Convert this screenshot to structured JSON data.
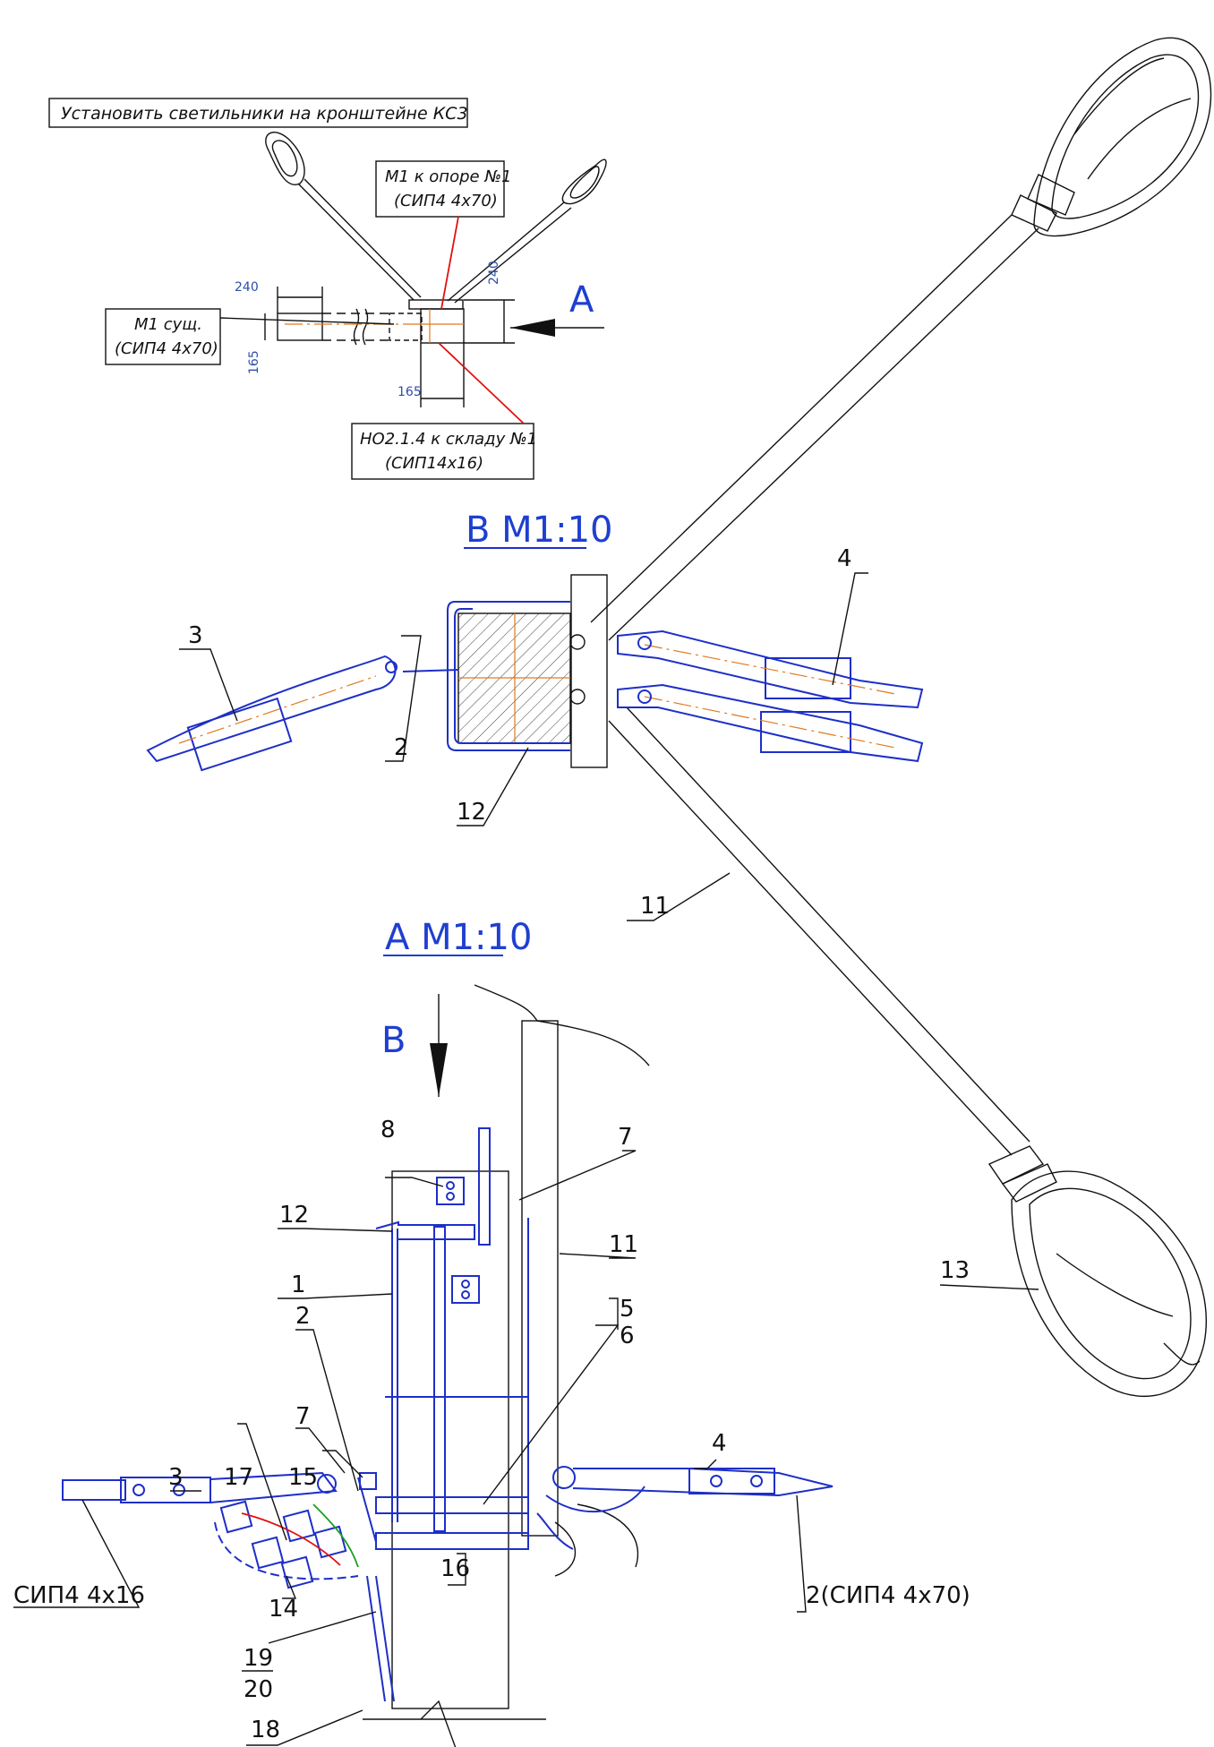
{
  "notes": {
    "top": "Установить светильники на кронштейне КС3",
    "m1_opora_1": "М1 к опоре №1",
    "m1_opora_2": "(СИП4 4х70)",
    "m1_sush_1": "М1 сущ.",
    "m1_sush_2": "(СИП4 4х70)",
    "ho_1": "НО2.1.4 к складу №1",
    "ho_2": "(СИП14х16)"
  },
  "dims": {
    "d240_h": "240",
    "d240_v": "240",
    "d165_v": "165",
    "d165_h": "165"
  },
  "view_arrow_a": "А",
  "view_arrow_b": "В",
  "titles": {
    "view_b": "В М1:10",
    "view_a": "А М1:10"
  },
  "labels": {
    "l1": "1",
    "l2_b": "2",
    "l2_a": "2",
    "l3_b": "3",
    "l3_a": "3",
    "l4_b": "4",
    "l4_a": "4",
    "l5": "5",
    "l6": "6",
    "l7_top": "7",
    "l7_mid": "7",
    "l8": "8",
    "l11_b": "11",
    "l11_a": "11",
    "l12_b": "12",
    "l12_a": "12",
    "l13": "13",
    "l14": "14",
    "l15": "15",
    "l16": "16",
    "l17": "17",
    "l18": "18",
    "l19": "19",
    "l20": "20",
    "sip_16": "СИП4 4х16",
    "sip_70": "2(СИП4 4х70)"
  },
  "colors": {
    "outline": "#111111",
    "blue": "#1e2fc8",
    "orange": "#e07a1f",
    "red": "#e01010",
    "green": "#18a020",
    "title": "#1e3fd0"
  }
}
